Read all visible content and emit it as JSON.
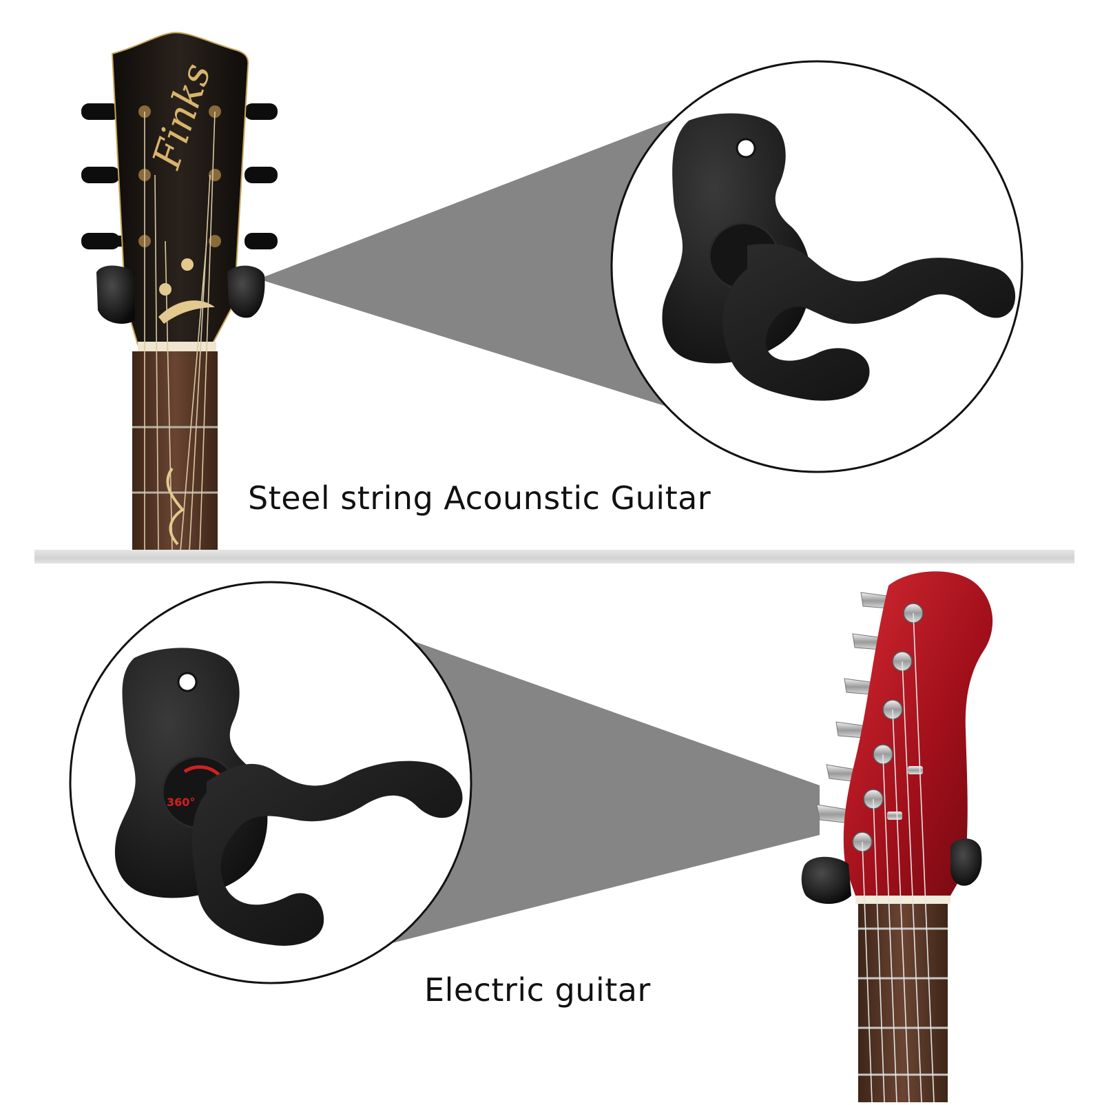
{
  "sections": {
    "acoustic": {
      "caption": "Steel string Acounstic Guitar",
      "headstock_brand": "Finks"
    },
    "electric": {
      "caption": "Electric guitar",
      "rotation_label": "360°"
    }
  },
  "colors": {
    "background": "#ffffff",
    "divider": "#d9d9d9",
    "callout_beam": "#858585",
    "hanger": "#1b1b1b",
    "acoustic_headstock": "#1a1410",
    "electric_headstock": "#b3141e",
    "rosewood_fretboard": "#5a3a2c",
    "rotation_arrow": "#d32020"
  },
  "icons": {
    "hanger": "guitar-wall-hanger-icon",
    "rotation": "rotate-360-icon"
  }
}
